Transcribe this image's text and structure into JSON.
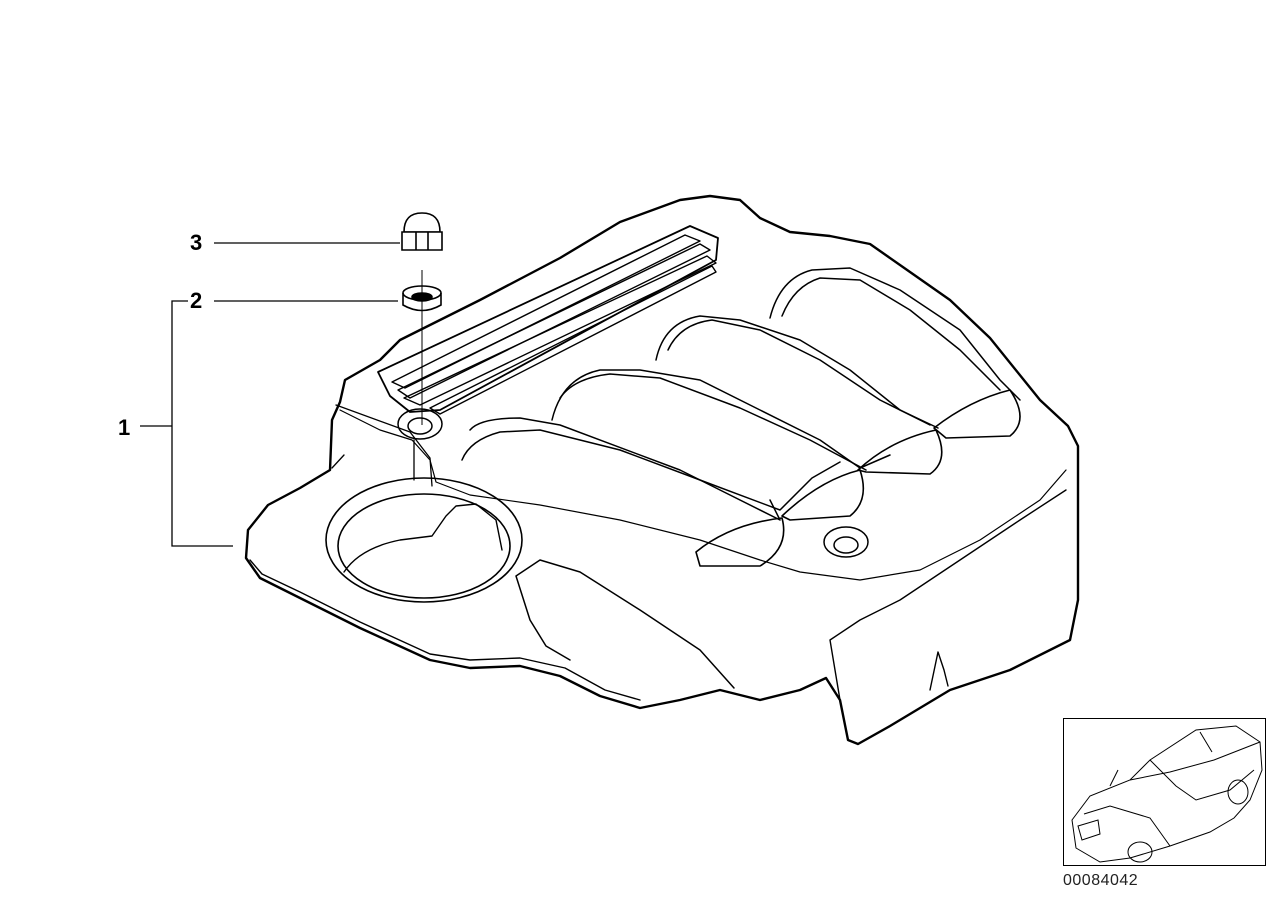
{
  "callouts": [
    {
      "id": "1",
      "label": "1",
      "part": "engine-cover"
    },
    {
      "id": "2",
      "label": "2",
      "part": "grommet"
    },
    {
      "id": "3",
      "label": "3",
      "part": "cap-nut"
    }
  ],
  "reference_number": "00084042",
  "colors": {
    "line": "#000000",
    "background": "#ffffff"
  }
}
